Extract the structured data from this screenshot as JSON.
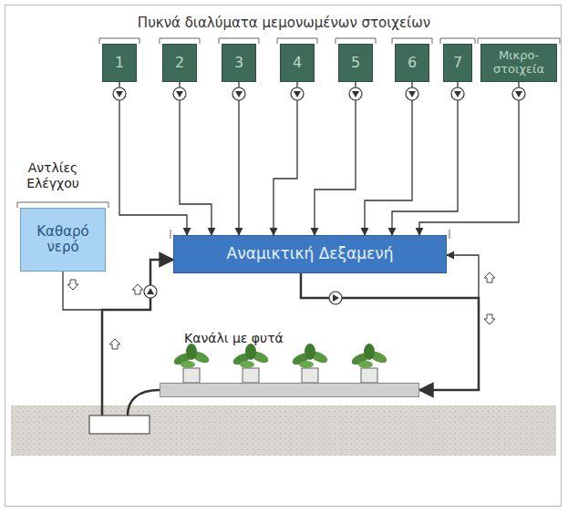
{
  "diagram": {
    "title": "Πυκνά διαλύματα μεμονωμένων στοιχείων",
    "nodes": [
      {
        "text": [
          "1"
        ]
      },
      {
        "text": [
          "2"
        ]
      },
      {
        "text": [
          "3"
        ]
      },
      {
        "text": [
          "4"
        ]
      },
      {
        "text": [
          "5"
        ]
      },
      {
        "text": [
          "6"
        ]
      },
      {
        "text": [
          "7"
        ]
      },
      {
        "text": [
          "Μικρο- στοιχεία"
        ]
      },
      {
        "text": [
          "Καθαρό νερό"
        ]
      },
      {
        "text": [
          "Αναμικτική Δεξαμενή"
        ]
      },
      {
        "text": [
          "Κανάλι με φυτά"
        ]
      }
    ],
    "edges": [
      {
        "from": 0,
        "to": 9,
        "arrow": "to"
      },
      {
        "from": 1,
        "to": 9,
        "arrow": "to"
      },
      {
        "from": 2,
        "to": 9,
        "arrow": "to"
      },
      {
        "from": 3,
        "to": 9,
        "arrow": "to"
      },
      {
        "from": 4,
        "to": 9,
        "arrow": "to"
      },
      {
        "from": 5,
        "to": 9,
        "arrow": "to"
      },
      {
        "from": 6,
        "to": 9,
        "arrow": "to"
      },
      {
        "from": 7,
        "to": 9,
        "arrow": "to"
      },
      {
        "from": 8,
        "to": 9,
        "arrow": "to"
      },
      {
        "from": 9,
        "to": 10,
        "arrow": "to"
      },
      {
        "from": 10,
        "to": 9,
        "arrow": "to"
      }
    ],
    "labels": [
      "Αντλίες Ελέγχου"
    ]
  }
}
